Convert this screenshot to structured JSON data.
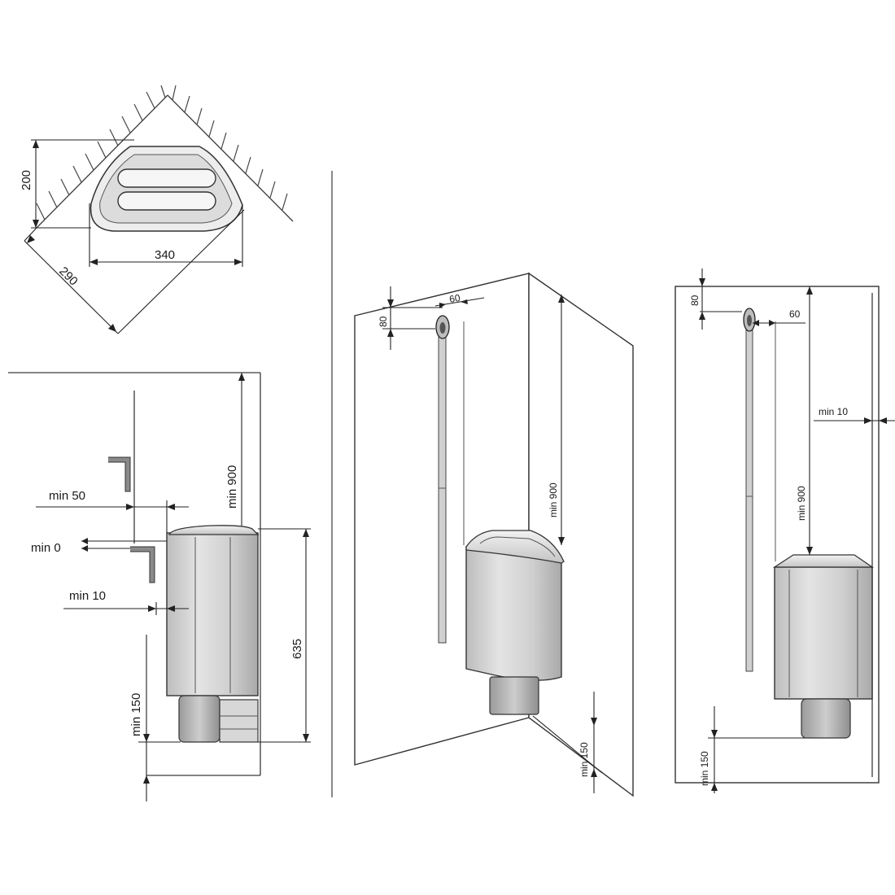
{
  "top_view": {
    "depth_label": "200",
    "width_label": "340",
    "diagonal_label": "290"
  },
  "side_view": {
    "min_50_label": "min 50",
    "min_0_label": "min 0",
    "min_10_label": "min 10",
    "min_900_label": "min 900",
    "height_635_label": "635",
    "min_150_label": "min 150"
  },
  "corner_view": {
    "offset_80_label": "80",
    "offset_60_label": "60",
    "min_900_label": "min 900",
    "min_150_label": "min 150"
  },
  "wall_view": {
    "offset_80_label": "80",
    "offset_60_label": "60",
    "min_10_label": "min 10",
    "min_900_label": "min 900",
    "min_150_label": "min 150"
  }
}
